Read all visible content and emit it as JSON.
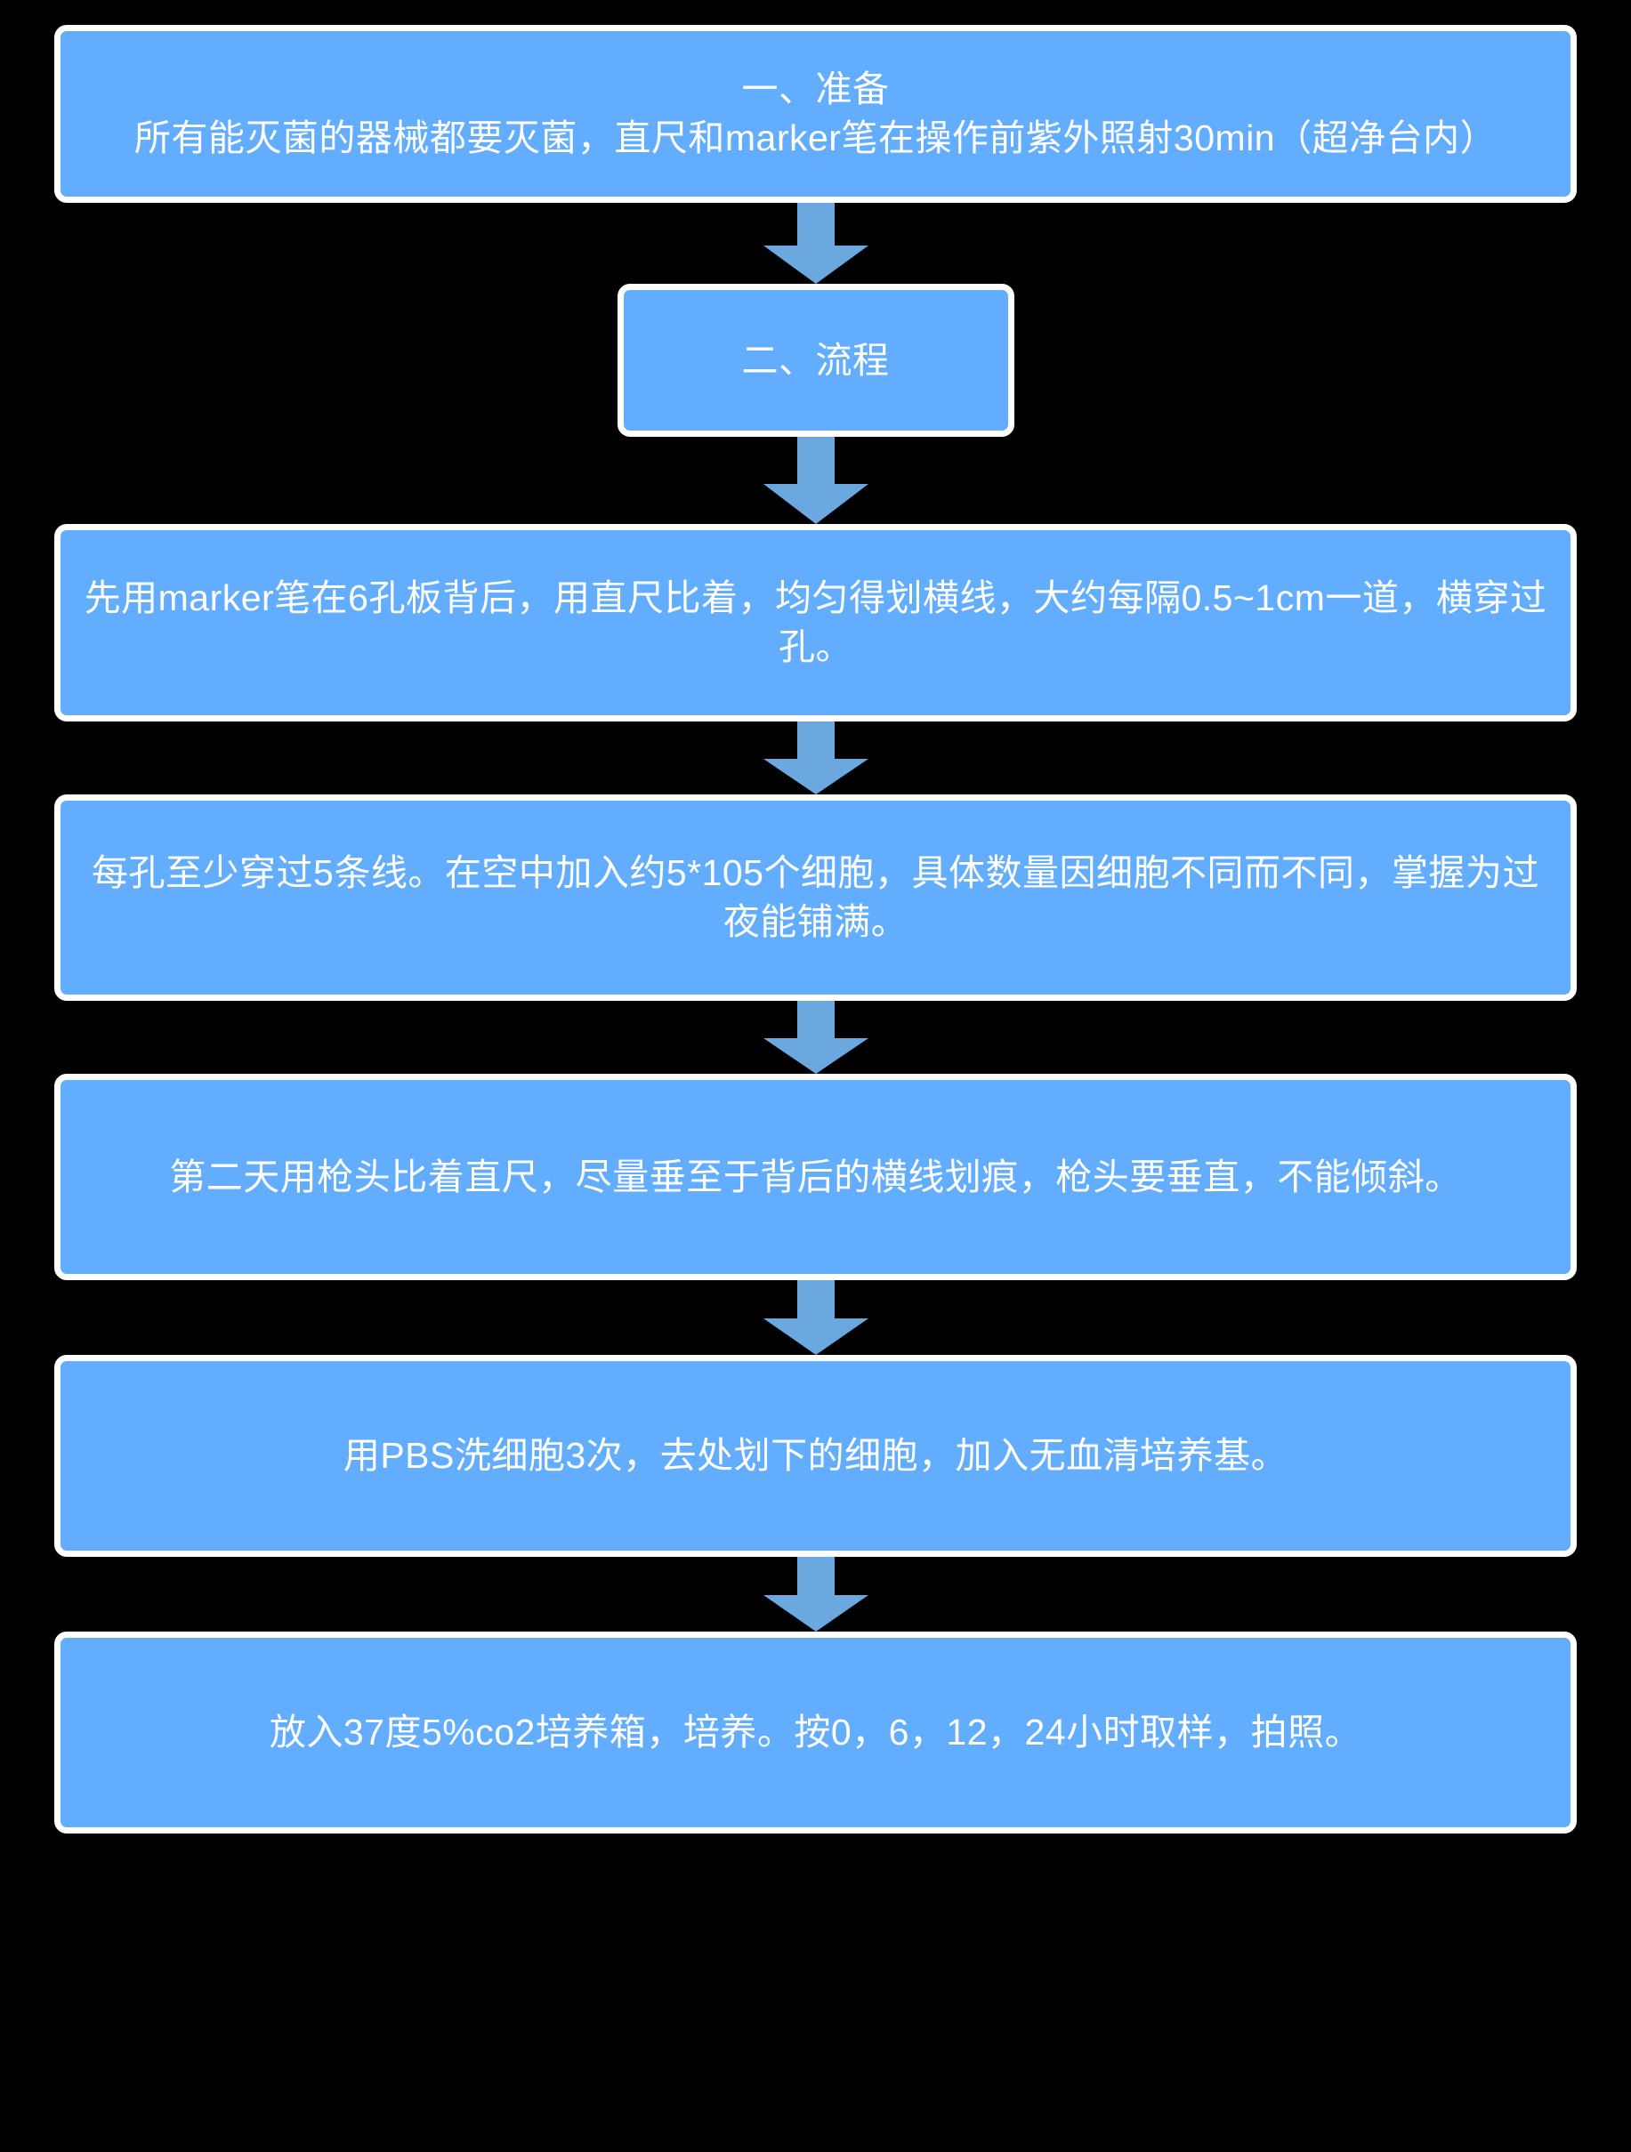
{
  "diagram": {
    "title_hidden": "",
    "background_color": "#000000",
    "node_fill_color": "#63adfe",
    "node_border_color": "#ffffff",
    "node_text_color": "#ffffff",
    "arrow_color": "#6ba8e0",
    "type": "flowchart",
    "orientation": "top-to-bottom"
  },
  "nodes": [
    {
      "id": "prepare",
      "label": "一、准备\n所有能灭菌的器械都要灭菌，直尺和marker笔在操作前紫外照射30min（超净台内）"
    },
    {
      "id": "process",
      "label": "二、流程"
    },
    {
      "id": "step1",
      "label": "先用marker笔在6孔板背后，用直尺比着，均匀得划横线，大约每隔0.5~1cm一道，横穿过孔。"
    },
    {
      "id": "step2",
      "label": "每孔至少穿过5条线。在空中加入约5*105个细胞，具体数量因细胞不同而不同，掌握为过夜能铺满。"
    },
    {
      "id": "step3",
      "label": "第二天用枪头比着直尺，尽量垂至于背后的横线划痕，枪头要垂直，不能倾斜。"
    },
    {
      "id": "step4",
      "label": "用PBS洗细胞3次，去处划下的细胞，加入无血清培养基。"
    },
    {
      "id": "step5",
      "label": "放入37度5%co2培养箱，培养。按0，6，12，24小时取样，拍照。"
    }
  ],
  "connectors": [
    {
      "id": "arrow-1",
      "from": "prepare",
      "to": "process",
      "glyph": "down-arrow"
    },
    {
      "id": "arrow-2",
      "from": "process",
      "to": "step1",
      "glyph": "down-arrow"
    },
    {
      "id": "arrow-3",
      "from": "step1",
      "to": "step2",
      "glyph": "down-arrow"
    },
    {
      "id": "arrow-4",
      "from": "step2",
      "to": "step3",
      "glyph": "down-arrow"
    },
    {
      "id": "arrow-5",
      "from": "step3",
      "to": "step4",
      "glyph": "down-arrow"
    },
    {
      "id": "arrow-6",
      "from": "step4",
      "to": "step5",
      "glyph": "down-arrow"
    }
  ]
}
